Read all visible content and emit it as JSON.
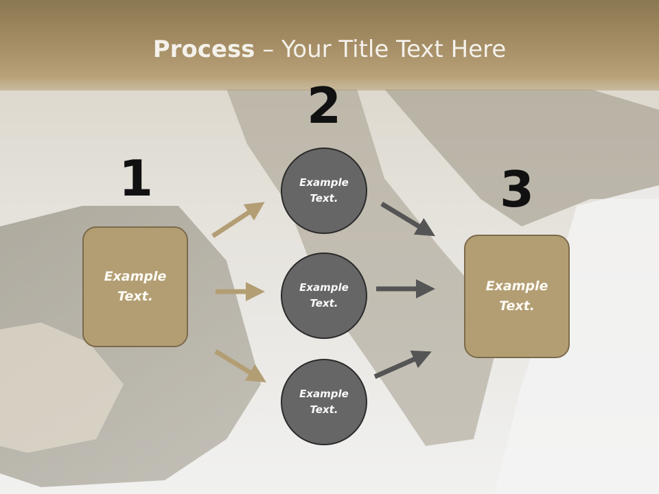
{
  "title": {
    "bold": "Process",
    "rest": " – Your Title Text Here"
  },
  "numbers": [
    "1",
    "2",
    "3"
  ],
  "left_box": {
    "label": "Example Text."
  },
  "circles": [
    {
      "label": "Example Text."
    },
    {
      "label": "Example Text."
    },
    {
      "label": "Example Text."
    }
  ],
  "right_box": {
    "label": "Example Text."
  },
  "colors": {
    "box_fill": "#b39e74",
    "circle_fill": "#666666",
    "left_arrows": "#b39e74",
    "right_arrows": "#555555"
  }
}
